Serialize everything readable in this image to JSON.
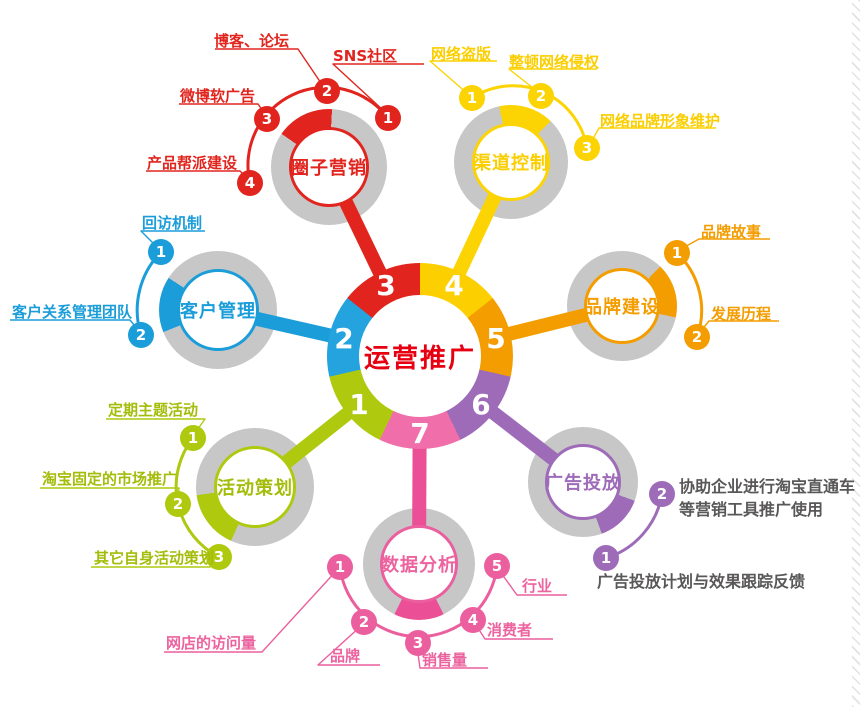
{
  "title": "运营推广",
  "colors": {
    "red": "#e1251e",
    "yellow": "#fcd303",
    "orange": "#f49d00",
    "purple": "#9e6bb8",
    "pink": "#eb5f9e",
    "green": "#aec90e",
    "blue": "#1a9dd9",
    "ring_gray": "#c7c7c7",
    "dark_text": "#595757",
    "hub_title_red": "#e60012"
  },
  "branches": {
    "circle_marketing": {
      "name": "圈子营销",
      "hub_number": "3",
      "items": [
        {
          "n": "1",
          "label": "SNS社区"
        },
        {
          "n": "2",
          "label": "博客、论坛"
        },
        {
          "n": "3",
          "label": "微博软广告"
        },
        {
          "n": "4",
          "label": "产品帮派建设"
        }
      ]
    },
    "channel_control": {
      "name": "渠道控制",
      "hub_number": "4",
      "items": [
        {
          "n": "1",
          "label": "网络盗版"
        },
        {
          "n": "2",
          "label": "整顿网络侵权"
        },
        {
          "n": "3",
          "label": "网络品牌形象维护"
        }
      ]
    },
    "brand_building": {
      "name": "品牌建设",
      "hub_number": "5",
      "items": [
        {
          "n": "1",
          "label": "品牌故事"
        },
        {
          "n": "2",
          "label": "发展历程"
        }
      ]
    },
    "ad_placement": {
      "name": "广告投放",
      "hub_number": "6",
      "items": [
        {
          "n": "1",
          "label": "广告投放计划与效果跟踪反馈"
        },
        {
          "n": "2",
          "label": "协助企业进行淘宝直通车",
          "label2": "等营销工具推广使用"
        }
      ]
    },
    "data_analysis": {
      "name": "数据分析",
      "hub_number": "7",
      "items": [
        {
          "n": "1",
          "label": "网店的访问量"
        },
        {
          "n": "2",
          "label": "品牌"
        },
        {
          "n": "3",
          "label": "销售量"
        },
        {
          "n": "4",
          "label": "消费者"
        },
        {
          "n": "5",
          "label": "行业"
        }
      ]
    },
    "activity_planning": {
      "name": "活动策划",
      "hub_number": "1",
      "items": [
        {
          "n": "1",
          "label": "定期主题活动"
        },
        {
          "n": "2",
          "label": "淘宝固定的市场推广"
        },
        {
          "n": "3",
          "label": "其它自身活动策划"
        }
      ]
    },
    "customer_management": {
      "name": "客户管理",
      "hub_number": "2",
      "items": [
        {
          "n": "1",
          "label": "回访机制"
        },
        {
          "n": "2",
          "label": "客户关系管理团队"
        }
      ]
    }
  }
}
